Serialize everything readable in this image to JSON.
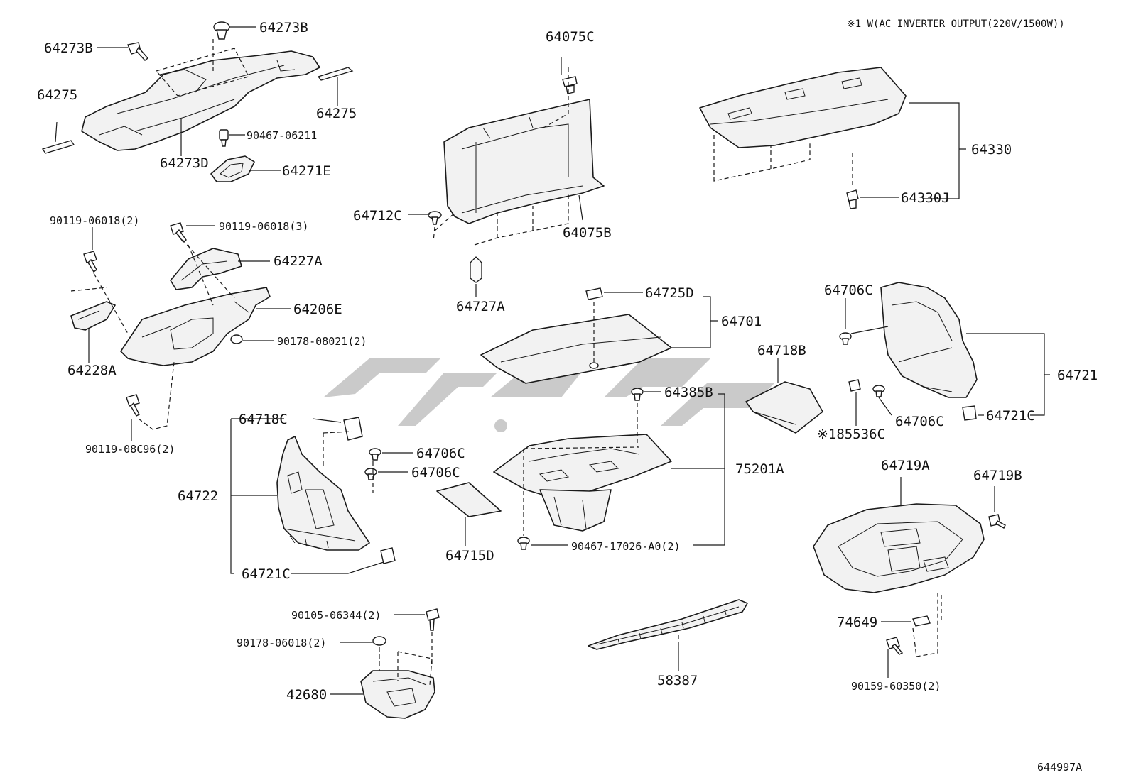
{
  "note": "※1 W(AC INVERTER OUTPUT(220V/1500W))",
  "figure_id": "644997A",
  "labels": {
    "p64273B_a": "64273B",
    "p64273B_b": "64273B",
    "p64275_a": "64275",
    "p64275_b": "64275",
    "p64273D": "64273D",
    "p90467_06211": "90467-06211",
    "p64271E": "64271E",
    "p90119_06018_2": "90119-06018(2)",
    "p90119_06018_3": "90119-06018(3)",
    "p64227A": "64227A",
    "p64206E": "64206E",
    "p90178_08021": "90178-08021(2)",
    "p64228A": "64228A",
    "p90119_08C96": "90119-08C96(2)",
    "p64075C": "64075C",
    "p64712C": "64712C",
    "p64075B": "64075B",
    "p64727A": "64727A",
    "p64330": "64330",
    "p64330J": "64330J",
    "p64725D": "64725D",
    "p64701": "64701",
    "p64718B": "64718B",
    "p64385B": "64385B",
    "p75201A": "75201A",
    "p90467_17026": "90467-17026-A0(2)",
    "p64715D": "64715D",
    "p64718C": "64718C",
    "p64706C_1": "64706C",
    "p64706C_2": "64706C",
    "p64722": "64722",
    "p64721C_1": "64721C",
    "p64706C_3": "64706C",
    "p64721": "64721",
    "p64706C_4": "64706C",
    "p64721C_2": "64721C",
    "p85536C": "※185536C",
    "p64719A": "64719A",
    "p64719B": "64719B",
    "p74649": "74649",
    "p90159_60350": "90159-60350(2)",
    "p90105_06344": "90105-06344(2)",
    "p90178_06018": "90178-06018(2)",
    "p42680": "42680",
    "p58387": "58387"
  }
}
